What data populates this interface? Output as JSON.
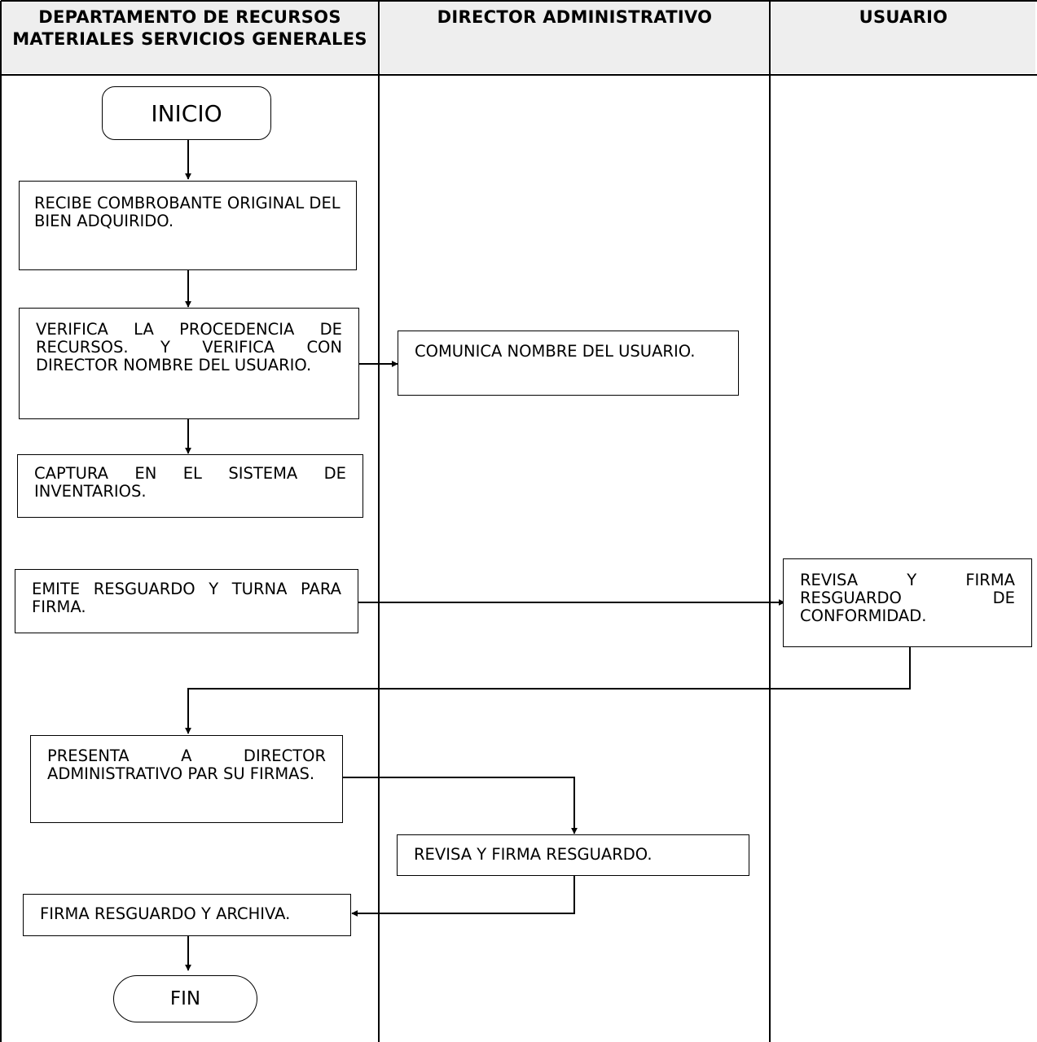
{
  "header": {
    "lane1": "DEPARTAMENTO DE RECURSOS MATERIALES SERVICIOS GENERALES",
    "lane2": "DIRECTOR ADMINISTRATIVO",
    "lane3": "USUARIO"
  },
  "steps": {
    "start": "INICIO",
    "receive": "RECIBE COMBROBANTE ORIGINAL DEL BIEN ADQUIRIDO.",
    "verify": "VERIFICA LA PROCEDENCIA DE RECURSOS. Y VERIFICA CON DIRECTOR NOMBRE DEL USUARIO.",
    "communicate": "COMUNICA NOMBRE DEL USUARIO.",
    "capture": "CAPTURA EN EL SISTEMA DE INVENTARIOS.",
    "emit": "EMITE RESGUARDO Y TURNA PARA FIRMA.",
    "review_user": "REVISA Y FIRMA RESGUARDO DE CONFORMIDAD.",
    "present": "PRESENTA A DIRECTOR ADMINISTRATIVO PAR SU FIRMAS.",
    "review_director": "REVISA Y FIRMA RESGUARDO.",
    "archive": "FIRMA RESGUARDO Y ARCHIVA.",
    "end": "FIN"
  }
}
